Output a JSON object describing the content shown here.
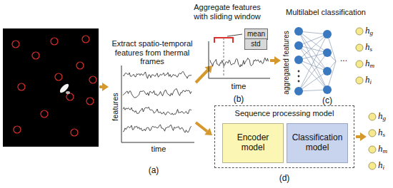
{
  "diagram": {
    "nodes": [
      {
        "text": [
          "mean"
        ]
      },
      {
        "text": [
          "std"
        ]
      },
      {
        "text": [
          "Sequence processing model"
        ]
      },
      {
        "text": [
          "Encoder model"
        ],
        "in": 2
      },
      {
        "text": [
          "Classification model"
        ],
        "in": 2
      }
    ],
    "labels": [
      "Extract spatio-temporal features from thermal frames",
      "features",
      "time",
      "(a)",
      "Aggregate features with sliding window",
      "time",
      "(b)",
      "Multilabel classification",
      "aggregated features",
      "...",
      "hg",
      "hs",
      "hm",
      "hi",
      "(c)",
      "hg",
      "hs",
      "hm",
      "hi",
      "(d)"
    ]
  }
}
